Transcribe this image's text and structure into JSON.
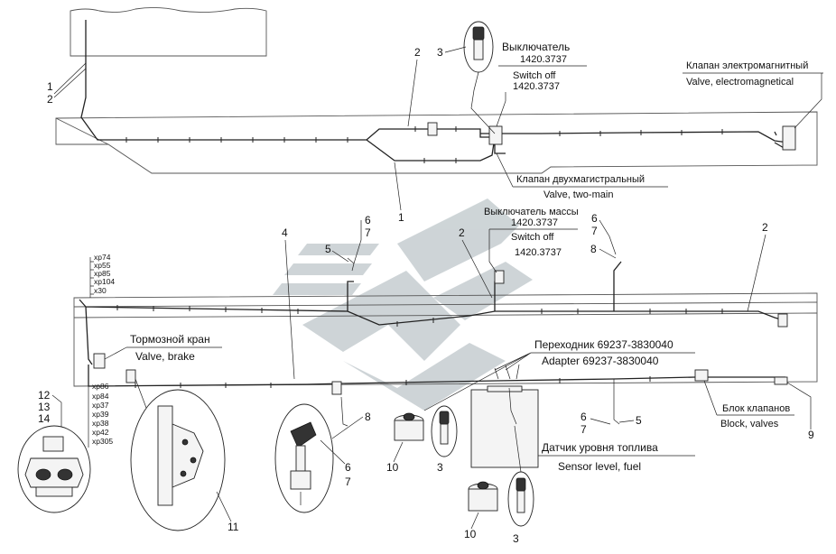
{
  "colors": {
    "line": "#222222",
    "frame": "#555555",
    "watermark": "#c9d0d3"
  },
  "labels": {
    "switch_ru": "Выключатель",
    "switch_code": "1420.3737",
    "switch_en": "Switch off",
    "switch_en_code": "1420.3737",
    "valve_em_ru": "Клапан электромагнитный",
    "valve_em_en": "Valve, electromagnetical",
    "valve_two_ru": "Клапан двухмагистральный",
    "valve_two_en": "Valve, two-main",
    "mass_switch_ru": "Выключатель массы",
    "mass_switch_code": "1420.3737",
    "mass_switch_en": "Switch off",
    "mass_switch_en_code": "1420.3737",
    "brake_ru": "Тормозной кран",
    "brake_en": "Valve, brake",
    "adapter_ru": "Переходник 69237-3830040",
    "adapter_en": "Adapter  69237-3830040",
    "block_ru": "Блок клапанов",
    "block_en": "Block, valves",
    "fuel_ru": "Датчик уровня топлива",
    "fuel_en": "Sensor level, fuel"
  },
  "connectors_top": [
    "xp74",
    "xp55",
    "xp85",
    "xp104",
    "x30"
  ],
  "connectors_bottom": [
    "xp86",
    "xp84",
    "xp37",
    "xp39",
    "xp38",
    "xp42",
    "xp305"
  ],
  "callouts": {
    "n1a": "1",
    "n2a": "2",
    "n2b": "2",
    "n3a": "3",
    "n1b": "1",
    "n4": "4",
    "n5a": "5",
    "n6a": "6",
    "n7a": "7",
    "n2c": "2",
    "n6b": "6",
    "n7b": "7",
    "n8a": "8",
    "n2d": "2",
    "n12": "12",
    "n13": "13",
    "n14": "14",
    "n8b": "8",
    "n6c": "6",
    "n7c": "7",
    "n10a": "10",
    "n3b": "3",
    "n6d": "6",
    "n7d": "7",
    "n5b": "5",
    "n9": "9",
    "n11": "11",
    "n10b": "10",
    "n3c": "3"
  }
}
